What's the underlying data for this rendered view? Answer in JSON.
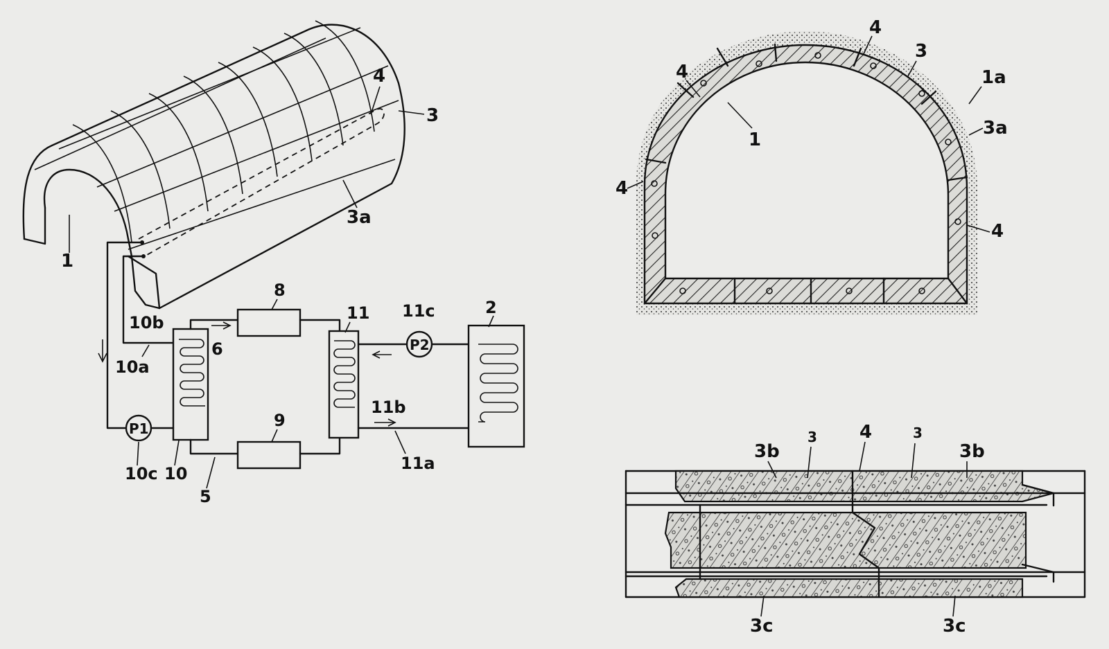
{
  "labels": {
    "tunnel": {
      "l1": "1",
      "l4": "4",
      "l3": "3",
      "l3a": "3a"
    },
    "circuit": {
      "l10b": "10b",
      "l10a": "10a",
      "l6": "6",
      "l8": "8",
      "l11": "11",
      "l11c": "11c",
      "l2": "2",
      "p2": "P2",
      "l11b": "11b",
      "l9": "9",
      "p1": "P1",
      "l10c": "10c",
      "l10": "10",
      "l5": "5",
      "l11a": "11a"
    },
    "section": {
      "l4_top": "4",
      "l3_top": "3",
      "l1a": "1a",
      "l4_left_top": "4",
      "l1": "1",
      "l3a": "3a",
      "l4_left": "4",
      "l4_right": "4"
    },
    "detail": {
      "l3b_left": "3b",
      "l3_left": "3",
      "l4": "4",
      "l3_right": "3",
      "l3b_right": "3b",
      "l3c_left": "3c",
      "l3c_right": "3c"
    }
  }
}
